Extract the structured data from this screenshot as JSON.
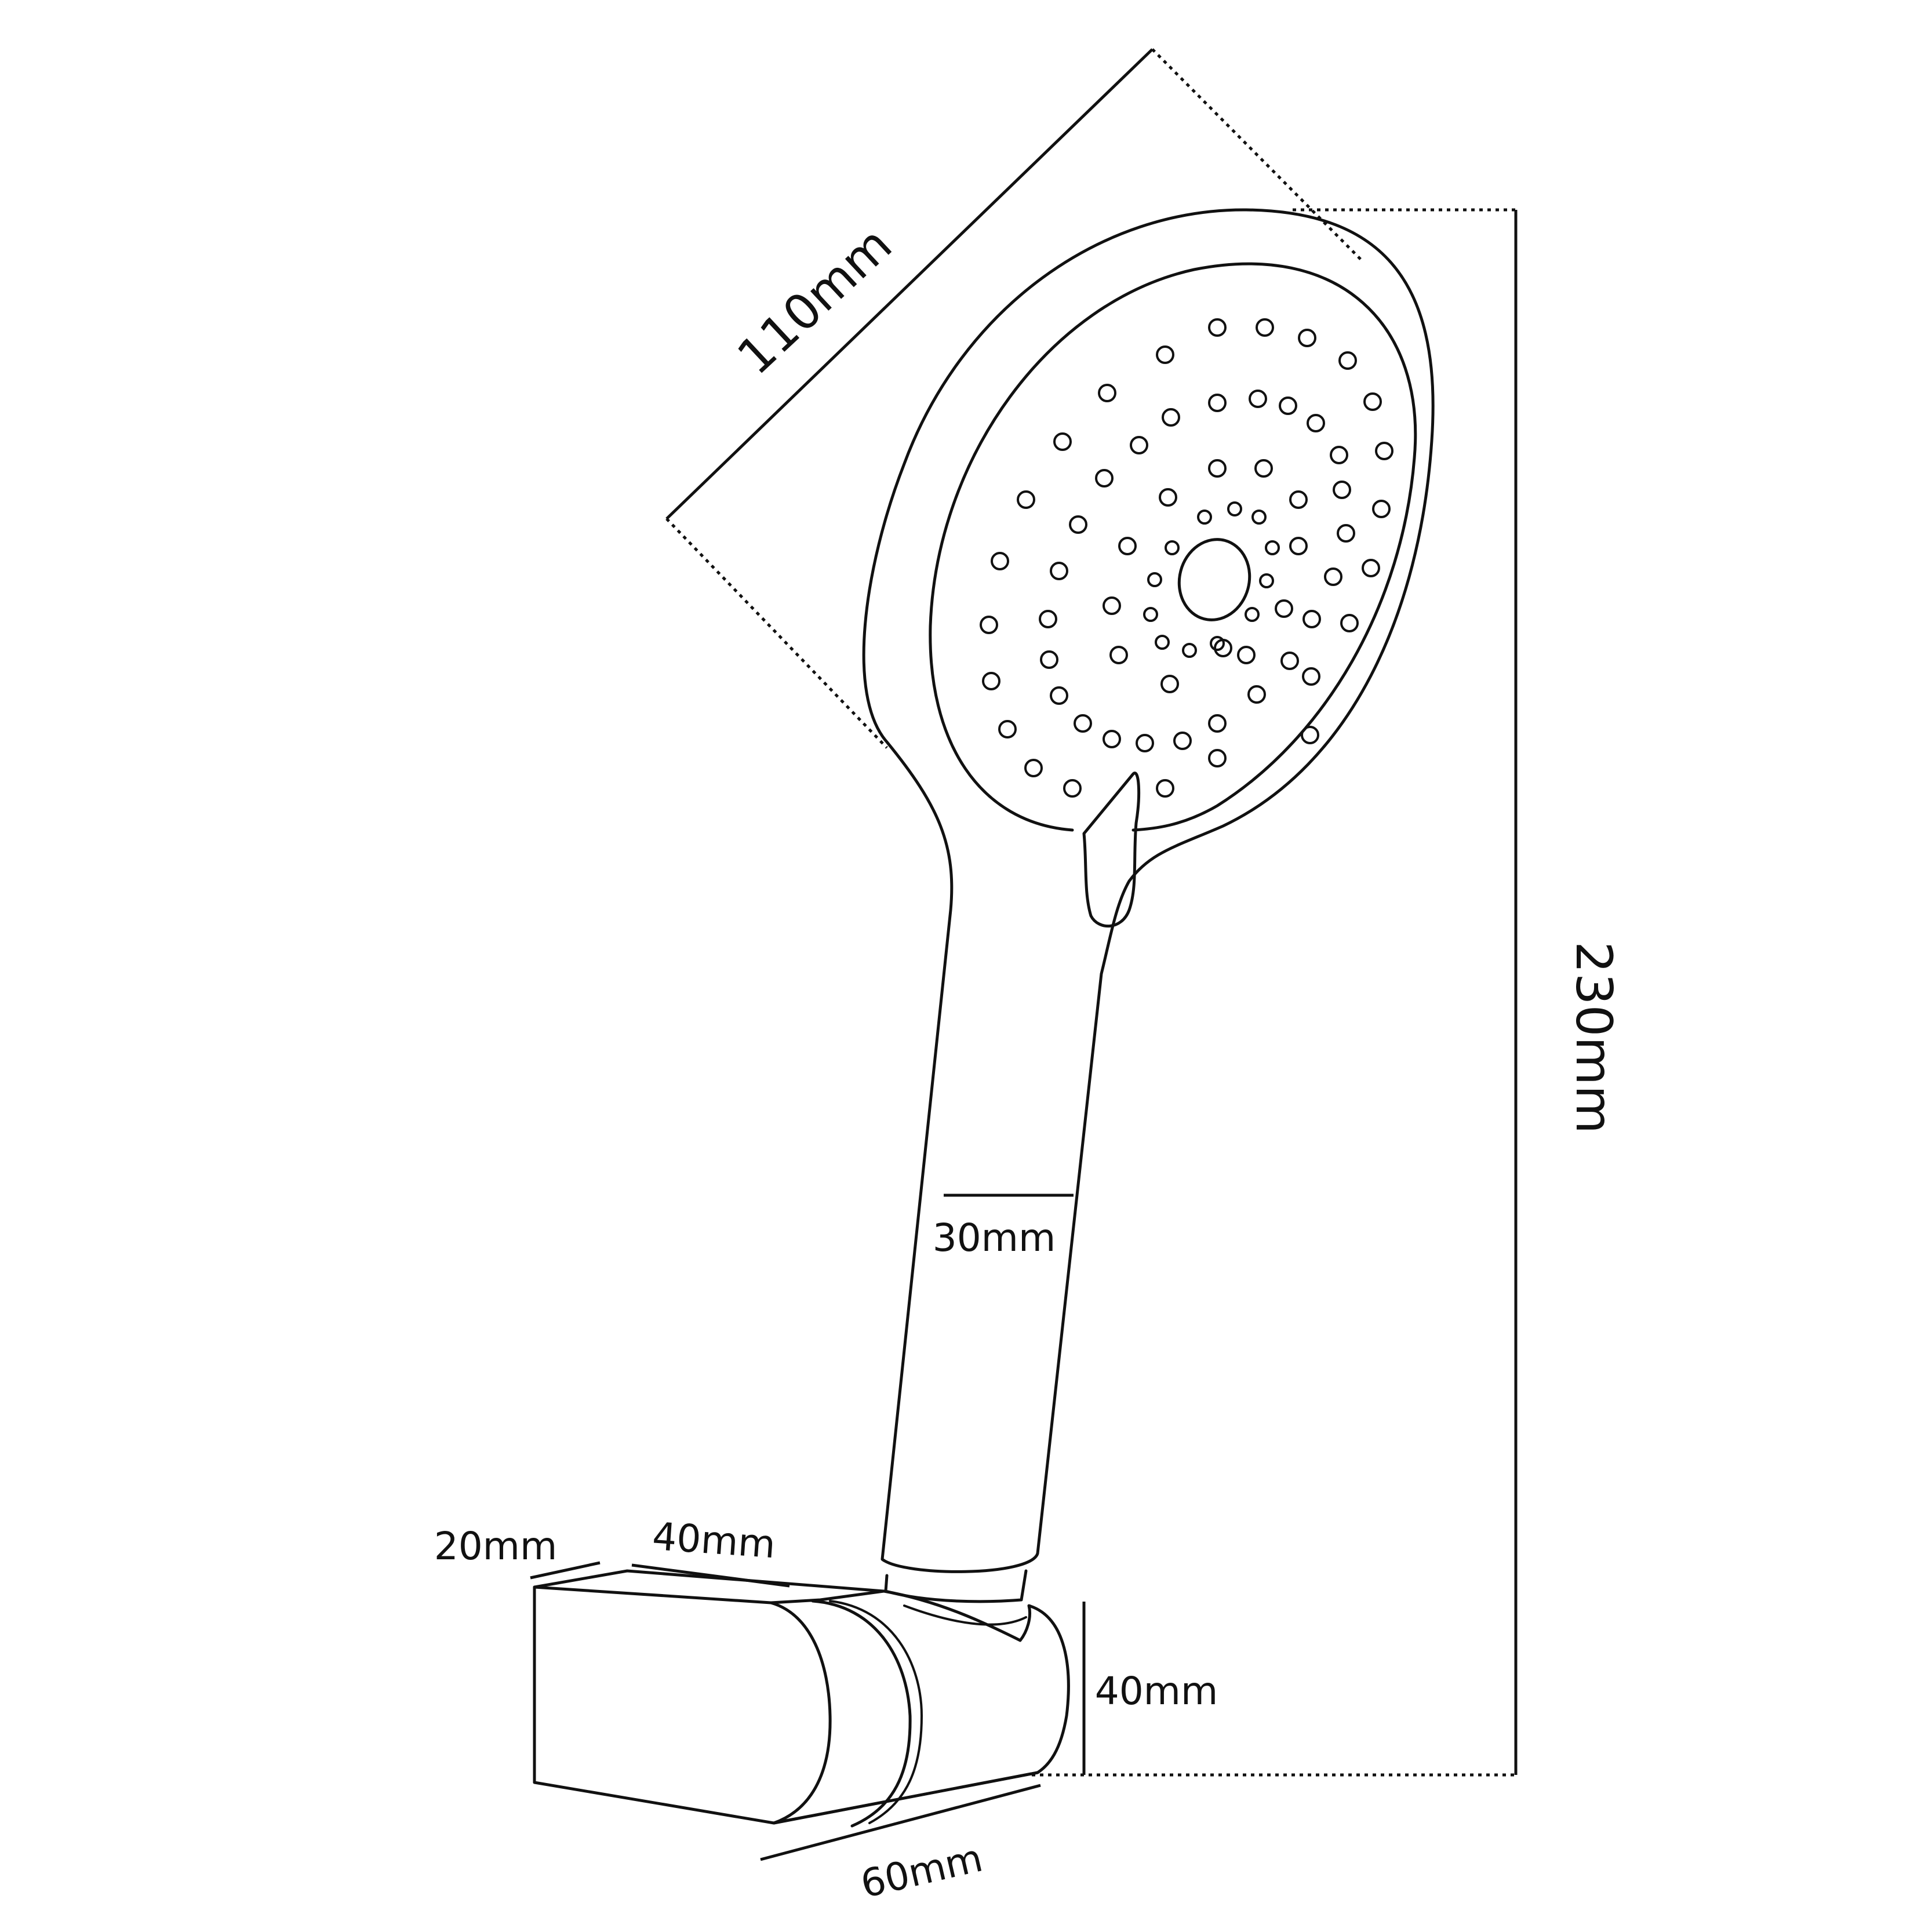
{
  "product": "hand shower with wall bracket",
  "colors": {
    "line": "#111111",
    "background": "#ffffff"
  },
  "dimensions": {
    "head_diameter": "110mm",
    "total_height": "230mm",
    "handle_width": "30mm",
    "bracket_depth_top": "20mm",
    "bracket_width_top": "40mm",
    "bracket_height": "40mm",
    "bracket_length": "60mm"
  }
}
